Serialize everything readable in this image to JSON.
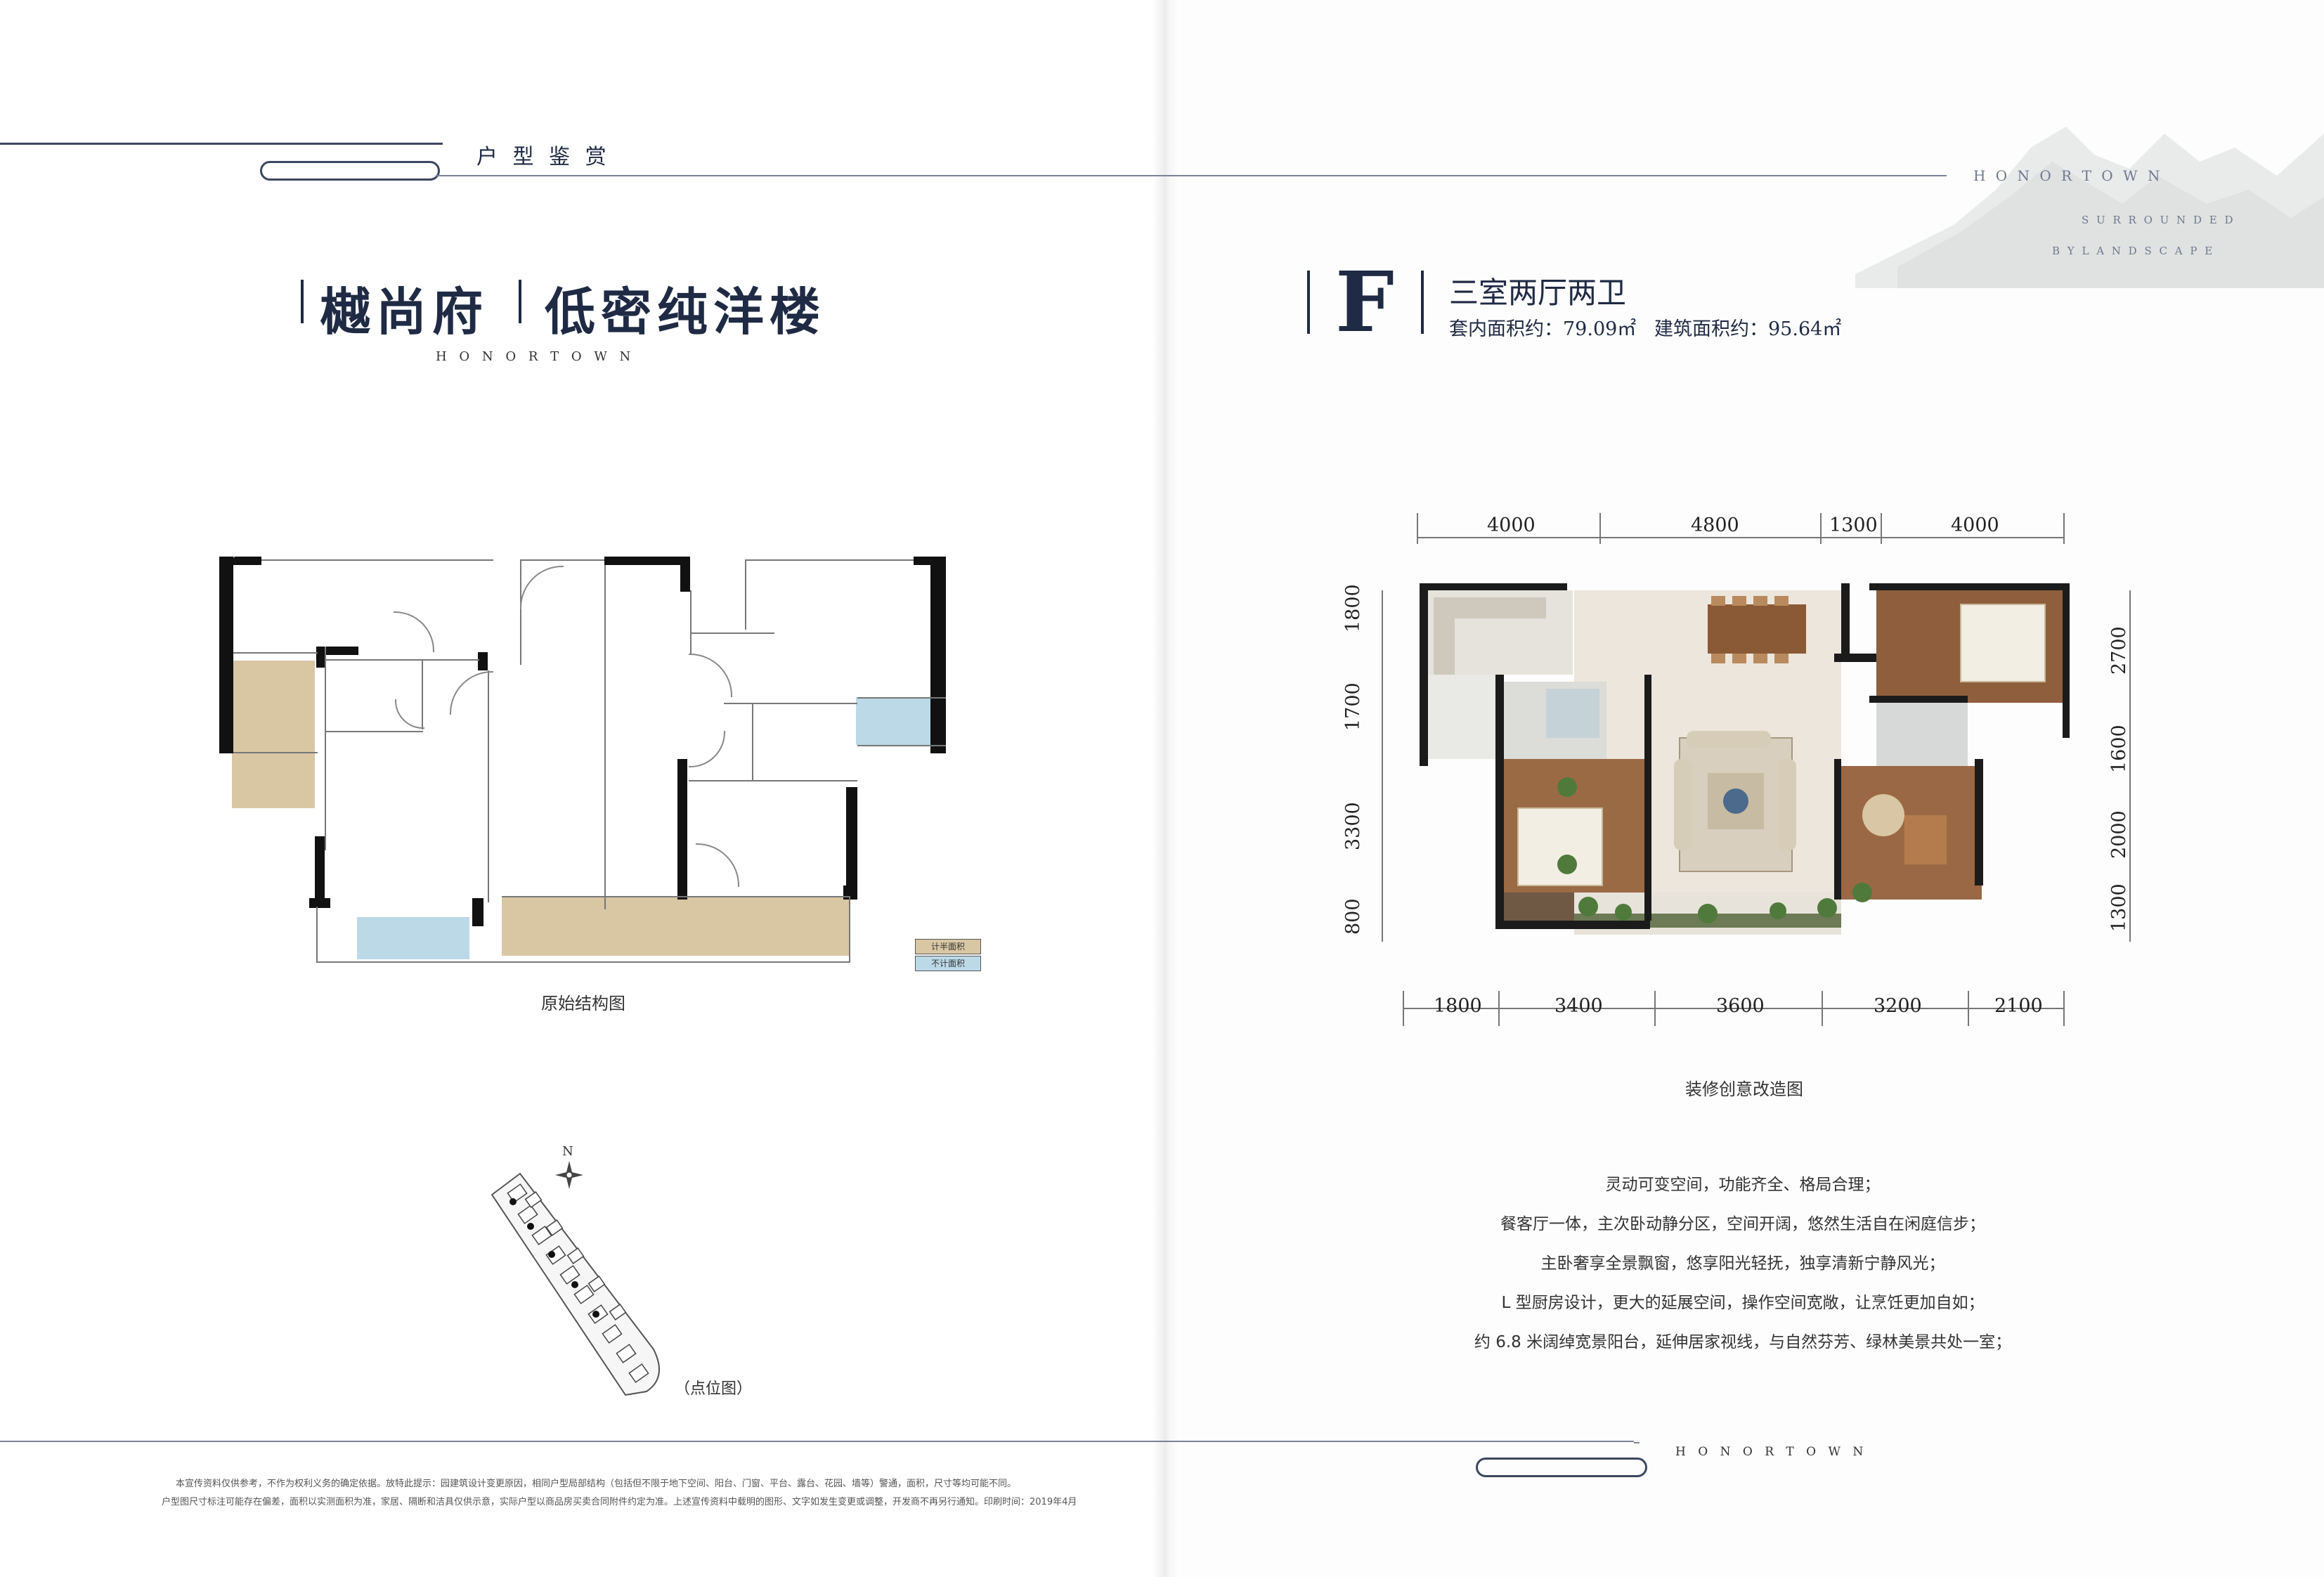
{
  "header": {
    "section_label": "户 型 鉴 赏"
  },
  "brand": {
    "project_name": "樾尚府",
    "slogan": "低密纯洋楼",
    "english": "H O N O R     T O W N",
    "tagline_line1": "H O N O R   T O W N",
    "tagline_line2": "S U R R O U N D E D",
    "tagline_line3": "B Y   L A N D S C A P E"
  },
  "unit": {
    "letter": "F",
    "layout": "三室两厅两卫",
    "inner_area": "套内面积约：79.09㎡",
    "building_area": "建筑面积约：95.64㎡"
  },
  "left_plan": {
    "caption": "原始结构图",
    "legend": [
      "计半面积",
      "不计面积"
    ]
  },
  "site_plan": {
    "north": "N",
    "caption": "（点位图）"
  },
  "right_plan": {
    "caption": "装修创意改造图",
    "top_dims": [
      "4000",
      "4800",
      "1300",
      "4000"
    ],
    "bottom_dims": [
      "1800",
      "3400",
      "3600",
      "3200",
      "2100"
    ],
    "left_dims": [
      "1800",
      "1700",
      "3300",
      "800"
    ],
    "right_dims": [
      "2700",
      "1600",
      "2000",
      "1300"
    ]
  },
  "features": [
    "灵动可变空间，功能齐全、格局合理；",
    "餐客厅一体，主次卧动静分区，空间开阔，悠然生活自在闲庭信步；",
    "主卧奢享全景飘窗，悠享阳光轻抚，独享清新宁静风光；",
    "L 型厨房设计，更大的延展空间，操作空间宽敞，让烹饪更加自如；",
    "约 6.8 米阔绰宽景阳台，延伸居家视线，与自然芬芳、绿林美景共处一室；"
  ],
  "footer": {
    "english": "H O N O R     T O W N",
    "disclaimer_line1": "本宣传资料仅供参考，不作为权利义务的确定依据。放特此提示：园建筑设计变更原因，相同户型局部结构（包括但不限于地下空间、阳台、门窗、平台、露台、花园、墙等）警通，面积，尺寸等均可能不同。",
    "disclaimer_line2": "户型图尺寸标注可能存在偏差，面积以实测面积为准，家居、隔断和洁具仅供示意，实际户型以商品房买卖合同附件约定为准。上述宣传资料中载明的图形、文字如发生变更或调整，开发商不再另行通知。印刷时间：2019年4月"
  },
  "colors": {
    "ink": "#1f2a44",
    "half_area": "#d9c7a4",
    "excluded_area": "#bcd9e8"
  }
}
